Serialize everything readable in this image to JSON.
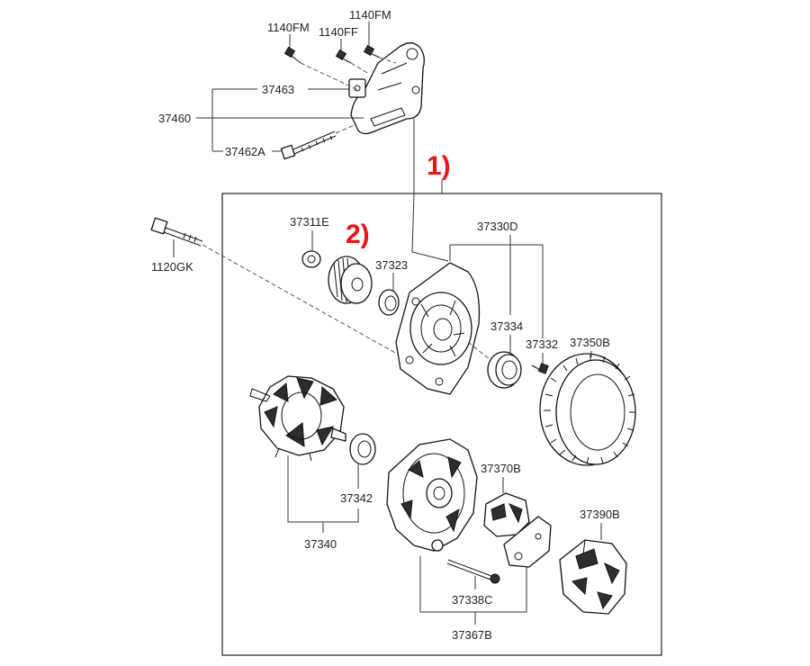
{
  "parts": {
    "bolt_1140fm_a": "1140FM",
    "bolt_1140ff": "1140FF",
    "bolt_1140fm_b": "1140FM",
    "bracket_37460": "37460",
    "nut_37463": "37463",
    "bolt_37462a": "37462A",
    "bolt_1120gk": "1120GK",
    "nut_37311e": "37311E",
    "pulley_37323": "37323",
    "front_bracket_37330d": "37330D",
    "bearing_37334": "37334",
    "screw_37332": "37332",
    "stator_37350b": "37350B",
    "rotor_37340": "37340",
    "bearing_37342": "37342",
    "rear_bracket_37367b": "37367B",
    "bolt_37338c": "37338C",
    "regulator_37370b": "37370B",
    "cover_37390b": "37390B"
  },
  "callouts": {
    "callout_1": "1)",
    "callout_2": "2)"
  },
  "colors": {
    "callout": "#e8141a",
    "line": "#333333"
  }
}
